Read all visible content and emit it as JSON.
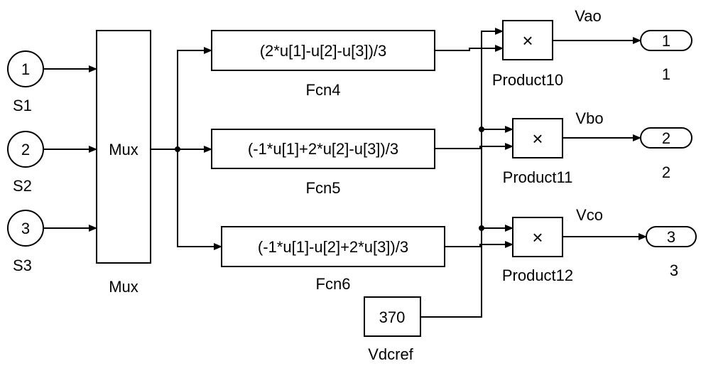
{
  "inports": [
    {
      "num": "1",
      "name": "S1"
    },
    {
      "num": "2",
      "name": "S2"
    },
    {
      "num": "3",
      "name": "S3"
    }
  ],
  "mux": {
    "inside": "Mux",
    "name": "Mux"
  },
  "fcns": [
    {
      "expr": "(2*u[1]-u[2]-u[3])/3",
      "name": "Fcn4"
    },
    {
      "expr": "(-1*u[1]+2*u[2]-u[3])/3",
      "name": "Fcn5"
    },
    {
      "expr": "(-1*u[1]-u[2]+2*u[3])/3",
      "name": "Fcn6"
    }
  ],
  "products": [
    {
      "symbol": "×",
      "name": "Product10",
      "signal": "Vao"
    },
    {
      "symbol": "×",
      "name": "Product11",
      "signal": "Vbo"
    },
    {
      "symbol": "×",
      "name": "Product12",
      "signal": "Vco"
    }
  ],
  "outports": [
    {
      "num": "1",
      "name": "1"
    },
    {
      "num": "2",
      "name": "2"
    },
    {
      "num": "3",
      "name": "3"
    }
  ],
  "constant": {
    "value": "370",
    "name": "Vdcref"
  }
}
